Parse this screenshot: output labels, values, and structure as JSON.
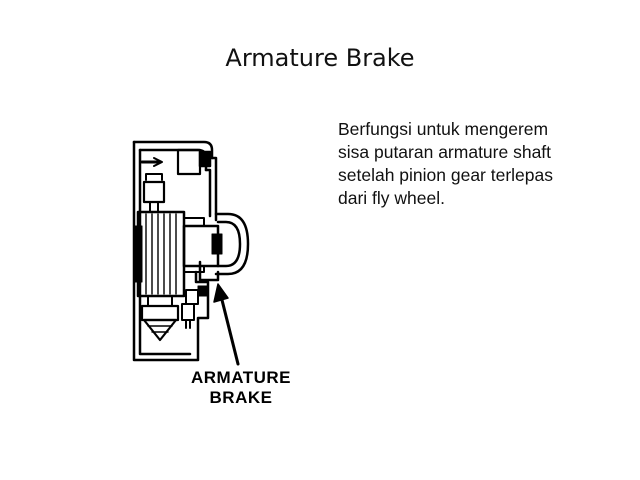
{
  "slide": {
    "title": "Armature Brake",
    "description_lines": [
      "Berfungsi untuk mengerem",
      "sisa putaran armature shaft",
      "setelah pinion gear terlepas",
      "dari fly wheel."
    ]
  },
  "diagram": {
    "callout_lines": [
      "ARMATURE",
      "BRAKE"
    ],
    "line_color": "#000000"
  }
}
